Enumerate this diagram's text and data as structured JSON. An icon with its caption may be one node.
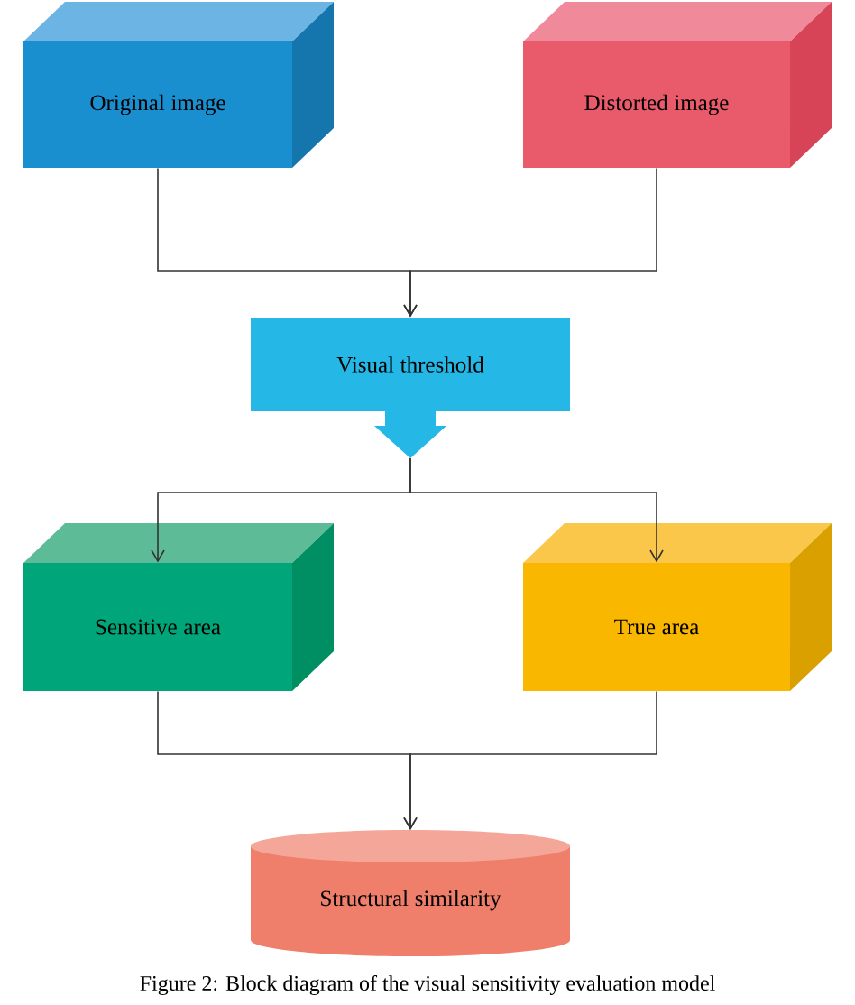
{
  "diagram": {
    "caption": "Figure 2: Block diagram of the visual sensitivity evaluation model",
    "nodes": [
      {
        "text": [
          "Original image"
        ]
      },
      {
        "text": [
          "Distorted image"
        ]
      },
      {
        "text": [
          "Visual threshold"
        ]
      },
      {
        "text": [
          "Sensitive area"
        ]
      },
      {
        "text": [
          "True area"
        ]
      },
      {
        "text": [
          "Structural similarity"
        ]
      }
    ],
    "edges": [
      {
        "from": 0,
        "to": 2,
        "arrow": "to"
      },
      {
        "from": 1,
        "to": 2,
        "arrow": "to"
      },
      {
        "from": 2,
        "to": 3,
        "arrow": "to"
      },
      {
        "from": 2,
        "to": 4,
        "arrow": "to"
      },
      {
        "from": 3,
        "to": 5,
        "arrow": "to"
      },
      {
        "from": 4,
        "to": 5,
        "arrow": "to"
      }
    ]
  }
}
